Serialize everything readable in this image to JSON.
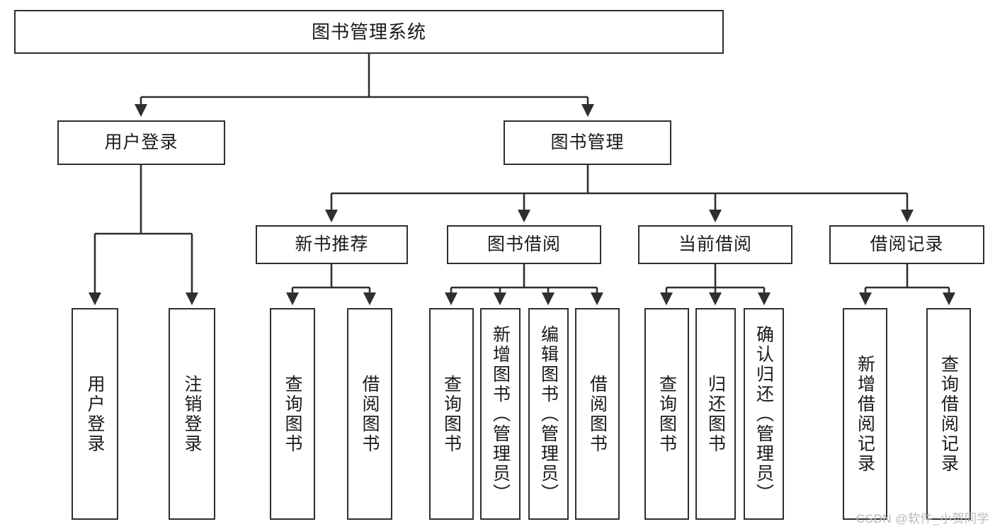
{
  "diagram": {
    "title": "图书管理系统",
    "type": "tree-hierarchy-chart",
    "stroke_color": "#2f2f2f",
    "fill_color": "#ffffff",
    "text_color": "#1a1a1a"
  },
  "watermark": {
    "text": "CSDN @软件_小贺同学",
    "color": "#b9b9b9"
  },
  "nodes": {
    "root": {
      "label": "图书管理系统"
    },
    "level1": [
      {
        "label": "用户登录"
      },
      {
        "label": "图书管理"
      }
    ],
    "level2": [
      {
        "label": "新书推荐"
      },
      {
        "label": "图书借阅"
      },
      {
        "label": "当前借阅"
      },
      {
        "label": "借阅记录"
      }
    ],
    "leaves": {
      "user_login": [
        {
          "label": "用户登录"
        },
        {
          "label": "注销登录"
        }
      ],
      "new_book_recommend": [
        {
          "label": "查询图书"
        },
        {
          "label": "借阅图书"
        }
      ],
      "book_borrow": [
        {
          "label": "查询图书"
        },
        {
          "label": "新增图书（管理员）"
        },
        {
          "label": "编辑图书（管理员）"
        },
        {
          "label": "借阅图书"
        }
      ],
      "current_borrow": [
        {
          "label": "查询图书"
        },
        {
          "label": "归还图书"
        },
        {
          "label": "确认归还（管理员）"
        }
      ],
      "borrow_record": [
        {
          "label": "新增借阅记录"
        },
        {
          "label": "查询借阅记录"
        }
      ]
    }
  }
}
